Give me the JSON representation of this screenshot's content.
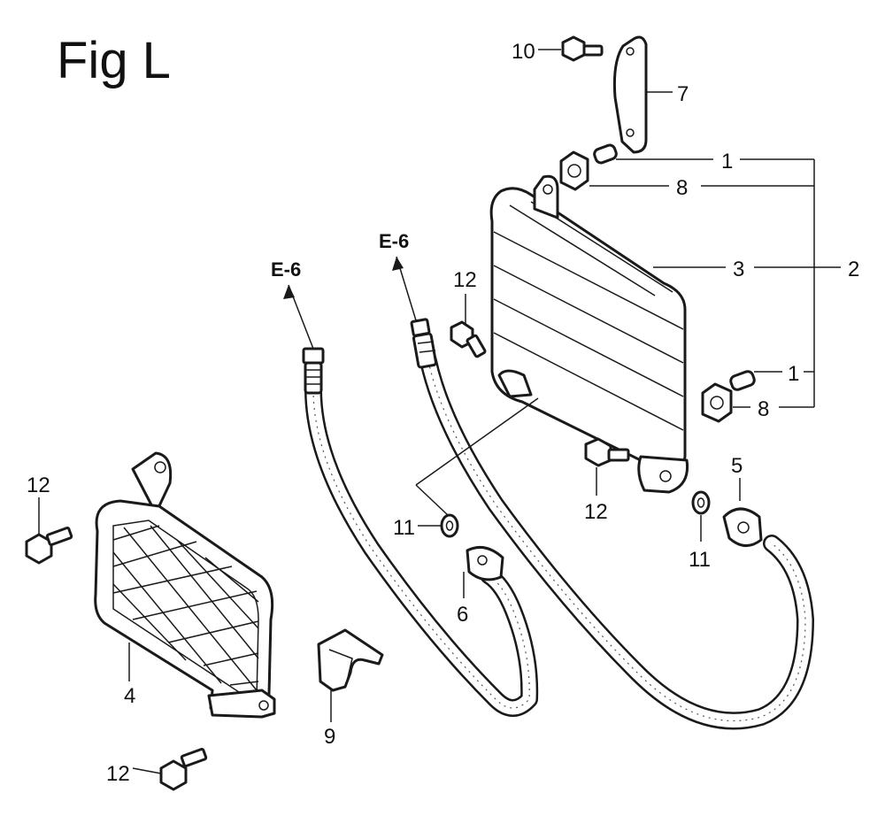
{
  "figure": {
    "title": "Fig L"
  },
  "references": [
    {
      "id": "ref-left",
      "text": "E-6"
    },
    {
      "id": "ref-right",
      "text": "E-6"
    }
  ],
  "callouts": [
    {
      "id": "c10",
      "text": "10"
    },
    {
      "id": "c7",
      "text": "7"
    },
    {
      "id": "c1-top",
      "text": "1"
    },
    {
      "id": "c8-top",
      "text": "8"
    },
    {
      "id": "c3",
      "text": "3"
    },
    {
      "id": "c2",
      "text": "2"
    },
    {
      "id": "c1-bottom",
      "text": "1"
    },
    {
      "id": "c8-bottom",
      "text": "8"
    },
    {
      "id": "c12-upper",
      "text": "12"
    },
    {
      "id": "c12-mid",
      "text": "12"
    },
    {
      "id": "c12-left",
      "text": "12"
    },
    {
      "id": "c12-bottom",
      "text": "12"
    },
    {
      "id": "c5",
      "text": "5"
    },
    {
      "id": "c11-right",
      "text": "11"
    },
    {
      "id": "c11-left",
      "text": "11"
    },
    {
      "id": "c6",
      "text": "6"
    },
    {
      "id": "c4",
      "text": "4"
    },
    {
      "id": "c9",
      "text": "9"
    }
  ]
}
